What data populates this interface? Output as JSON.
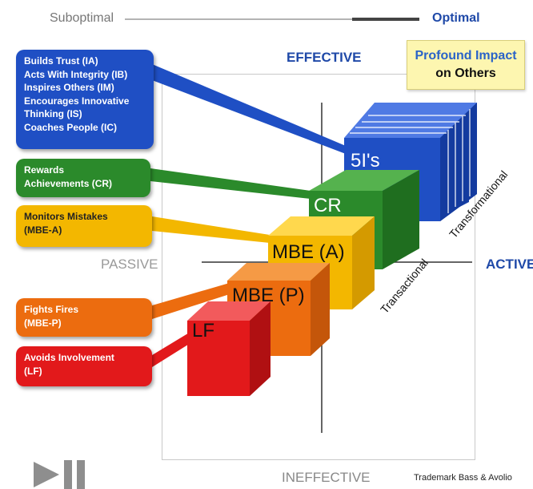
{
  "scale": {
    "left_label": "Suboptimal",
    "right_label": "Optimal"
  },
  "axes": {
    "top": "EFFECTIVE",
    "bottom": "INEFFECTIVE",
    "left": "PASSIVE",
    "right": "ACTIVE"
  },
  "impact_box": {
    "line1": "Profound Impact",
    "line2": "on Others"
  },
  "callouts": [
    {
      "id": "5is",
      "color": "#1f4fc4",
      "lines": [
        "Builds Trust (IA)",
        "Acts With Integrity (IB)",
        "Inspires Others (IM)",
        "Encourages Innovative",
        "Thinking (IS)",
        "Coaches People (IC)"
      ]
    },
    {
      "id": "cr",
      "color": "#2b8a2b",
      "lines": [
        "Rewards",
        "Achievements (CR)"
      ]
    },
    {
      "id": "mbea",
      "color": "#f3b700",
      "lines": [
        "Monitors Mistakes",
        "(MBE-A)"
      ]
    },
    {
      "id": "mbep",
      "color": "#ec6c0f",
      "lines": [
        "Fights Fires",
        "(MBE-P)"
      ]
    },
    {
      "id": "lf",
      "color": "#e2191b",
      "lines": [
        "Avoids Involvement",
        "(LF)"
      ]
    }
  ],
  "blocks": {
    "five_is": "5I's",
    "cr": "CR",
    "mbea": "MBE (A)",
    "mbep": "MBE (P)",
    "lf": "LF"
  },
  "diagonal_labels": {
    "transformational": "Transformational",
    "transactional": "Transactional"
  },
  "colors": {
    "blue": "#1f4fc4",
    "green": "#2b8a2b",
    "yellow": "#f3b700",
    "orange": "#ec6c0f",
    "red": "#e2191b",
    "axis_text": "#1f49a8",
    "muted_text": "#888888"
  },
  "footer": {
    "trademark": "Trademark Bass & Avolio"
  }
}
